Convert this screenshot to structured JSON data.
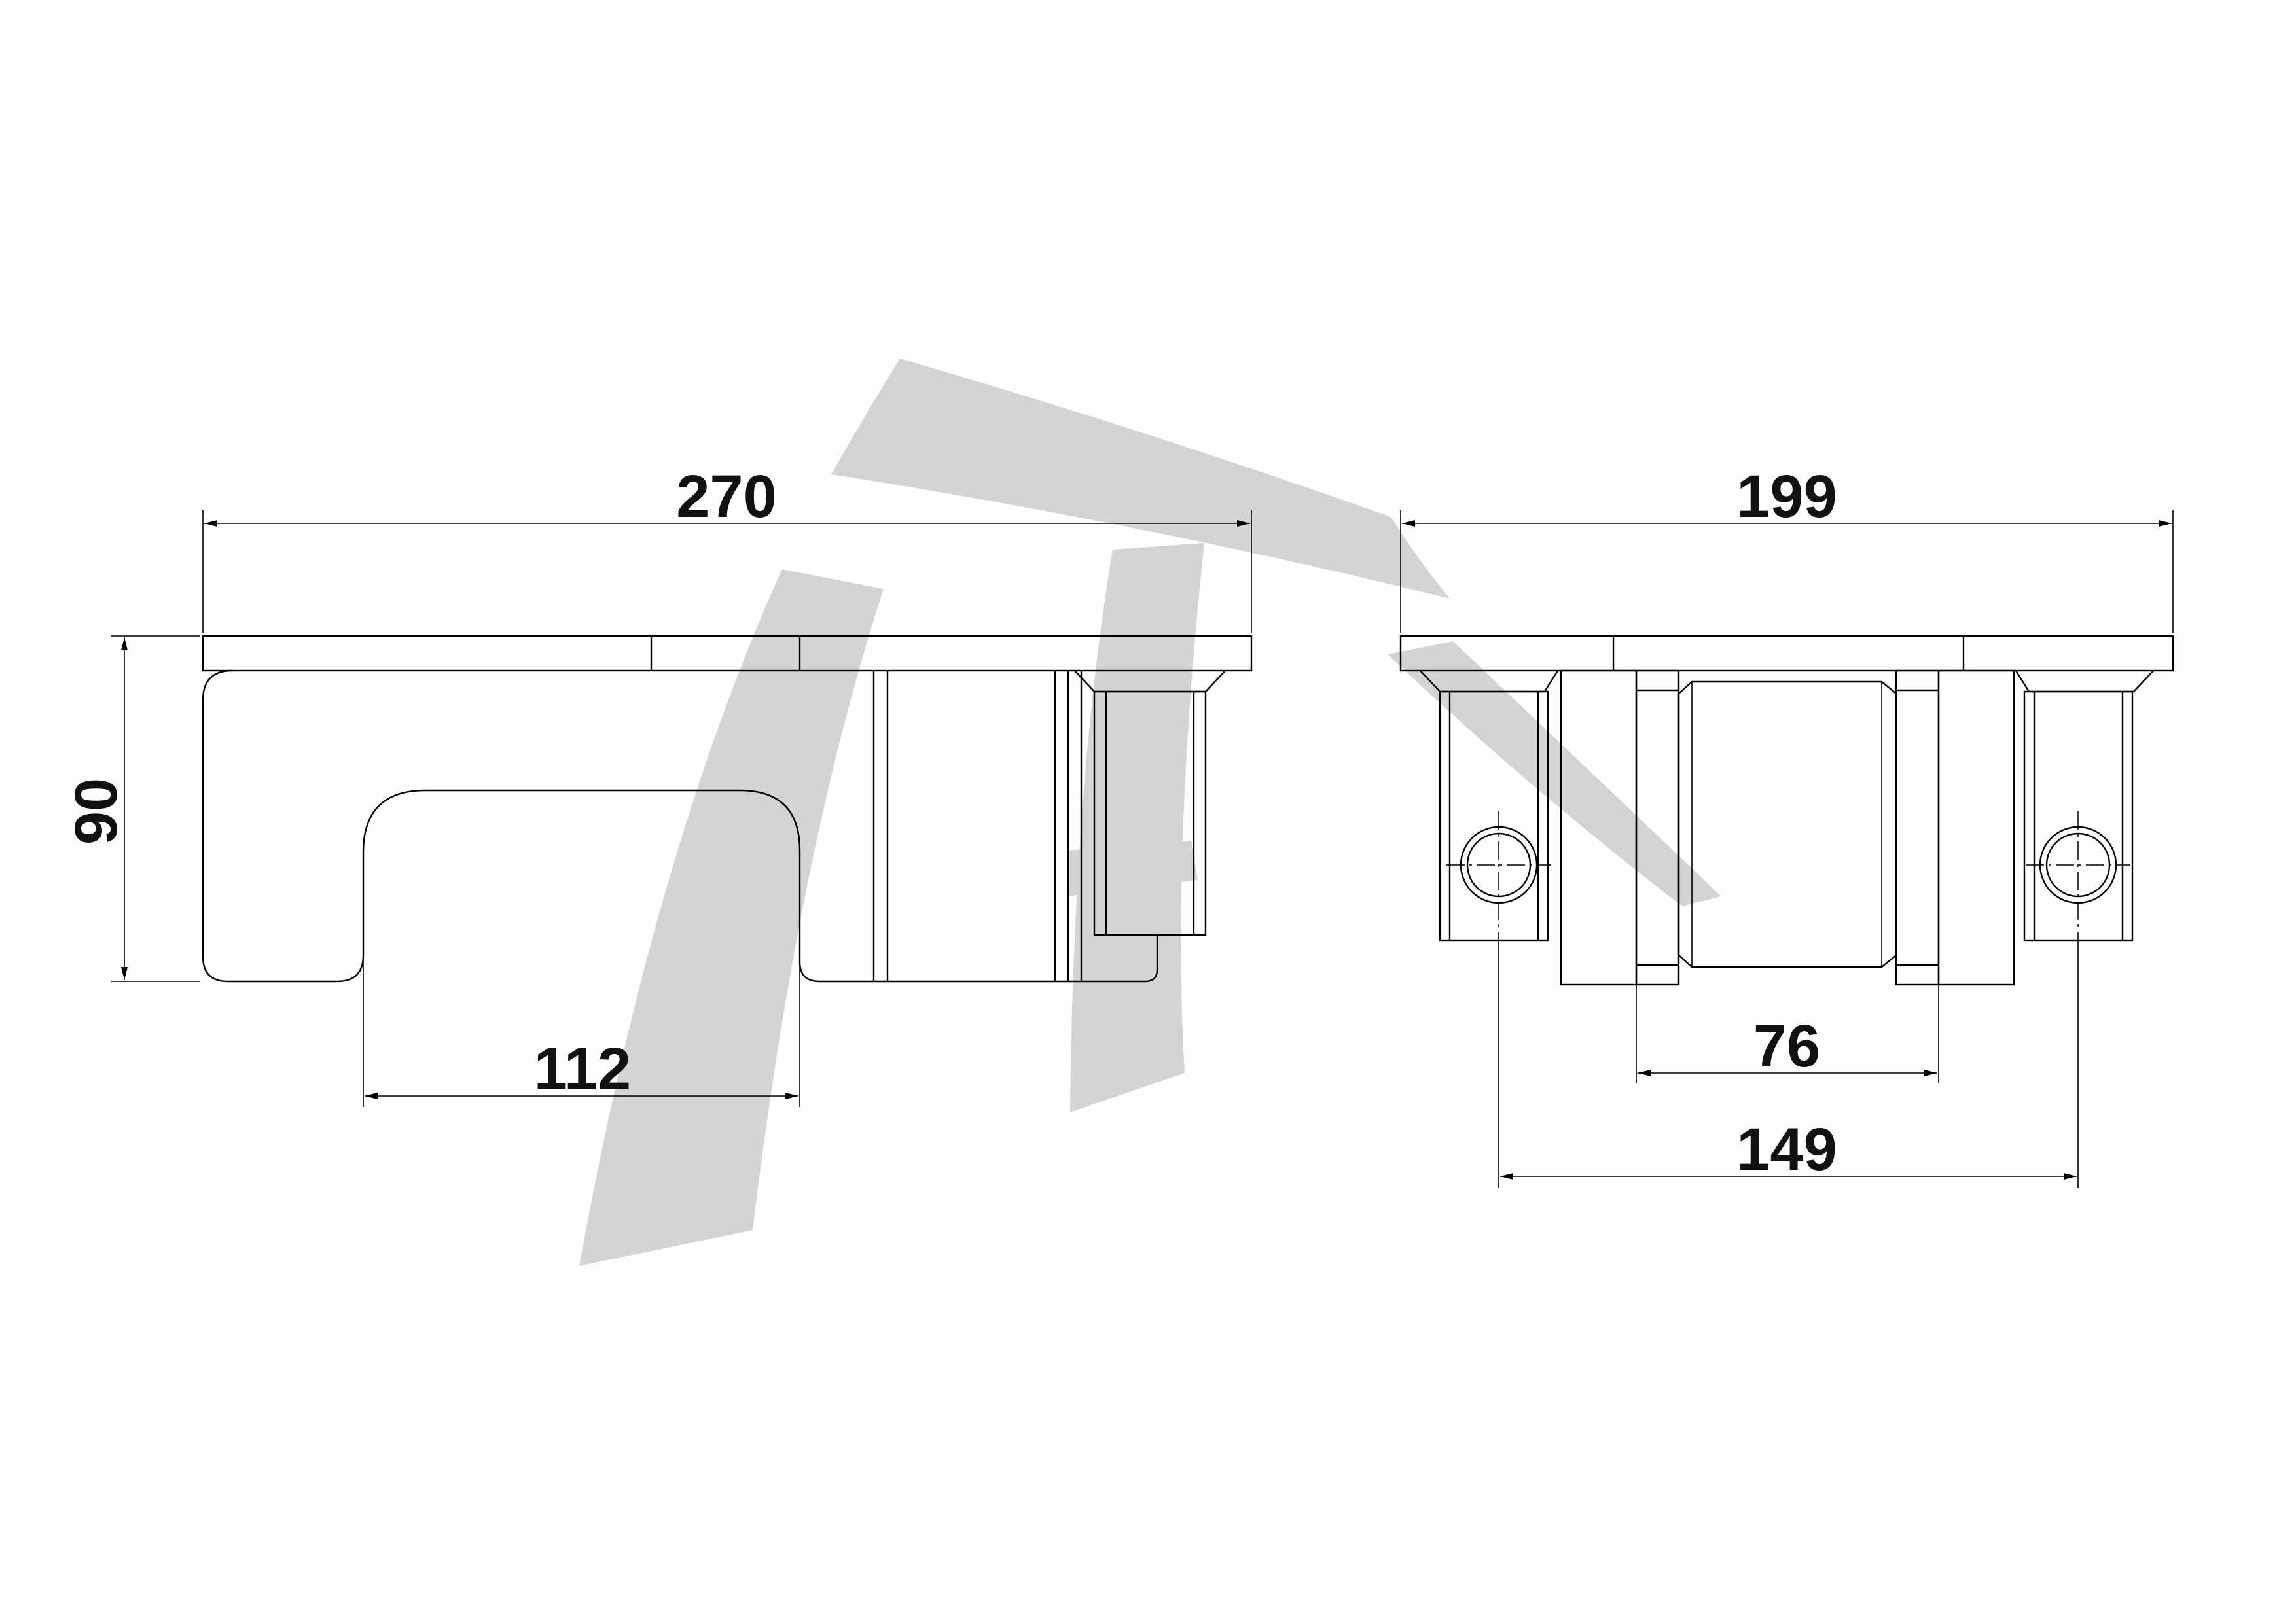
{
  "watermark": {
    "color": "#d4d4d4",
    "icon": "logo-watermark"
  },
  "line_color": "#000000",
  "side_view": {
    "dim_length": "270",
    "dim_height": "90",
    "dim_cutout": "112"
  },
  "end_view": {
    "dim_width": "199",
    "dim_inner": "76",
    "dim_holes": "149"
  }
}
